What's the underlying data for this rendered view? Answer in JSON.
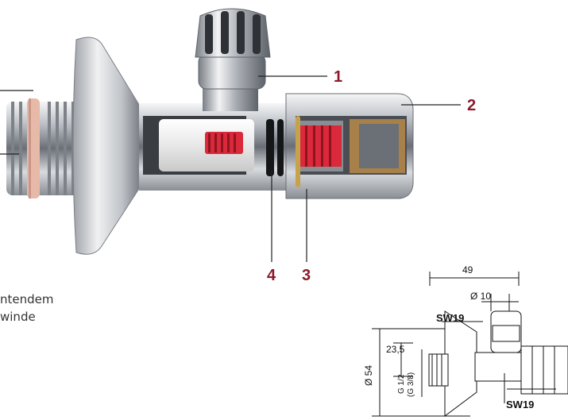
{
  "colors": {
    "callout": "#8b1a2b",
    "chrome_dark": "#5a5e66",
    "chrome_light": "#e9ecef",
    "red_core": "#d9293a",
    "washer": "#e6b9a8",
    "line": "#222222"
  },
  "callouts": [
    "1",
    "2",
    "3",
    "4"
  ],
  "caption": {
    "line1": "ntendem",
    "line2": "winde"
  },
  "dimensions": {
    "d49": "49",
    "d10": "Ø 10",
    "sw19_top": "SW19",
    "d235": "23,5",
    "d54": "Ø 54",
    "thread1": "G 1/2",
    "thread2": "(G 3/8)",
    "sw19_bottom": "SW19"
  },
  "icons": {
    "valve_photo": "angle-valve-cutaway-icon",
    "drawing": "angle-valve-technical-drawing-icon"
  }
}
